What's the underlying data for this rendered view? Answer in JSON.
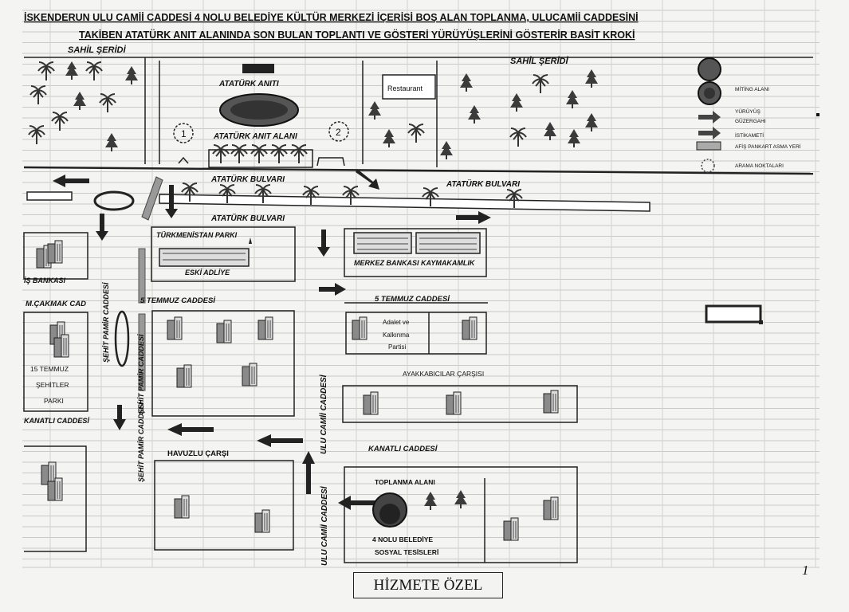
{
  "title": {
    "line1": "İSKENDERUN ULU CAMİİ CADDESİ 4 NOLU BELEDİYE KÜLTÜR MERKEZİ İÇERİSİ BOŞ ALAN TOPLANMA, ULUCAMİİ CADDESİNİ",
    "line2": "TAKİBEN ATATÜRK ANIT ALANINDA SON BULAN TOPLANTI VE GÖSTERİ YÜRÜYÜŞLERİNİ GÖSTERİR BASİT KROKİ"
  },
  "map": {
    "sahil_left": "SAHİL ŞERİDİ",
    "sahil_right": "SAHİL ŞERİDİ",
    "ataturk_aniti": "ATATÜRK ANITI",
    "ataturk_anit_alani": "ATATÜRK ANIT ALANI",
    "marker_1": "1",
    "marker_2": "2",
    "restaurant": "Restaurant",
    "ataturk_bulvari_1": "ATATÜRK BULVARI",
    "ataturk_bulvari_2": "ATATÜRK BULVARI",
    "ataturk_bulvari_3": "ATATÜRK BULVARI",
    "turkmenistan_parki": "TÜRKMENİSTAN PARKI",
    "eski_adliye": "ESKİ ADLİYE",
    "merkez_bankasi": "MERKEZ BANKASI",
    "kaymakamlik": "KAYMAKAMLIK",
    "is_bankasi": "İŞ BANKASI",
    "mcakmak_cad": "M.ÇAKMAK CAD",
    "sehit_pamir_1": "ŞEHİT PAMİR CADDESİ",
    "sehit_pamir_2": "ŞEHİT PAMİR CADDESİ",
    "sehit_pamir_3": "ŞEHİT PAMİR CADDESİ",
    "bes_temmuz_left": "5 TEMMUZ CADDESİ",
    "bes_temmuz_right": "5 TEMMUZ CADDESİ",
    "akp_1": "Adalet ve",
    "akp_2": "Kalkınma",
    "akp_3": "Partisi",
    "park15_1": "15 TEMMUZ",
    "park15_2": "ŞEHİTLER",
    "park15_3": "PARKI",
    "ayakkabicilar": "AYAKKABICILAR ÇARŞISI",
    "kanatli_left": "KANATLI CADDESİ",
    "kanatli_right": "KANATLI CADDESİ",
    "havuzlu_carsi": "HAVUZLU ÇARŞI",
    "ulu_camii_1": "ULU CAMİİ CADDESİ",
    "ulu_camii_2": "ULU CAMİİ CADDESİ",
    "toplanma_alani": "TOPLANMA ALANI",
    "belediye_1": "4 NOLU BELEDİYE",
    "belediye_2": "SOSYAL TESİSLERİ"
  },
  "legend": {
    "miting": "MİTİNG ALANI",
    "yuruyus": "YÜRÜYÜŞ",
    "guzergah": "GÜZERGAHI",
    "istikameti": "İSTİKAMETİ",
    "afis": "AFİŞ PANKART ASMA YERİ",
    "arama": "ARAMA NOKTALARI"
  },
  "footer": {
    "label": "HİZMETE ÖZEL",
    "page_number": "1"
  },
  "colors": {
    "paper": "#f4f4f2",
    "grid": "#c8c8c4",
    "ink": "#1a1a1a",
    "arrow": "#2a2a2a",
    "gray_road": "#9a9a9a"
  }
}
